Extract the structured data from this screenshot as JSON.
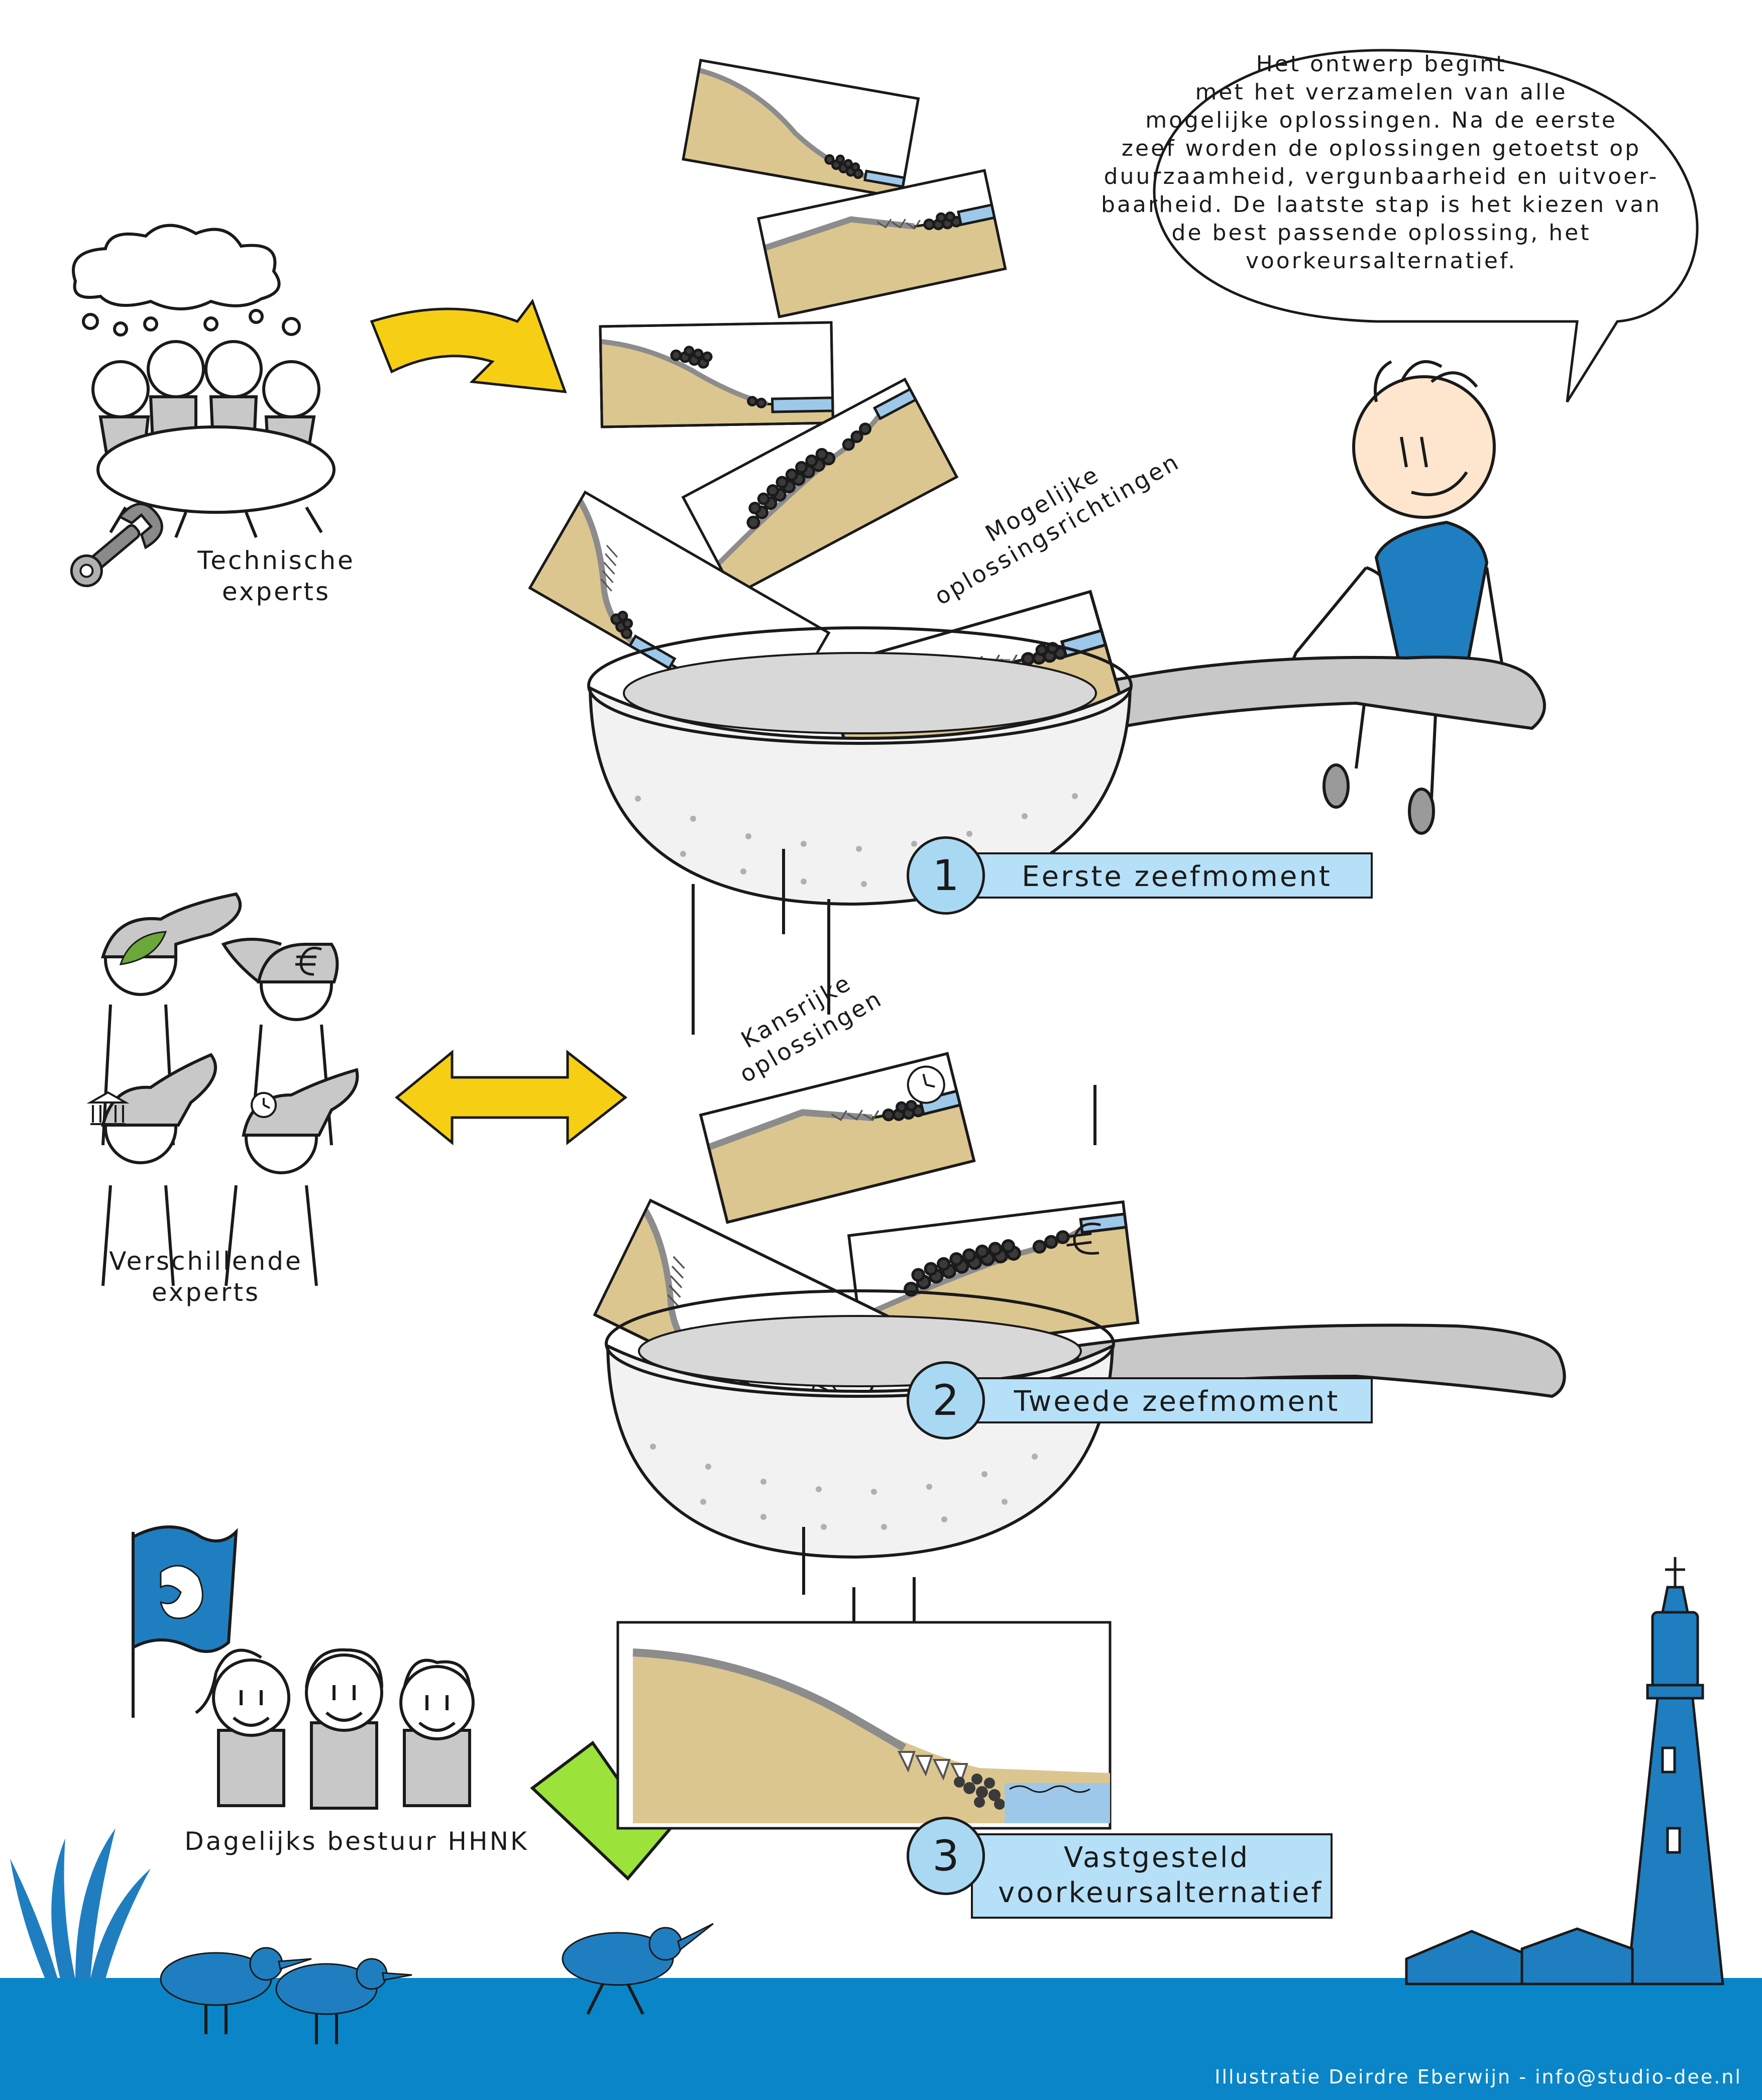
{
  "speech_bubble": {
    "lines": [
      "Het ontwerp begint",
      "met het verzamelen van alle",
      "mogelijke oplossingen. Na de eerste",
      "zeef worden de oplossingen getoetst op",
      "duurzaamheid, vergunbaarheid en uitvoer-",
      "baarheid. De laatste stap is het kiezen van",
      "de best passende oplossing, het",
      "voorkeursalternatief."
    ]
  },
  "groups": {
    "technical": {
      "line1": "Technische",
      "line2": "experts"
    },
    "various": {
      "line1": "Verschillende",
      "line2": "experts"
    },
    "board": {
      "label": "Dagelijks bestuur HHNK"
    }
  },
  "labels": {
    "possible": {
      "line1": "Mogelijke",
      "line2": "oplossingsrichtingen"
    },
    "promising": {
      "line1": "Kansrijke",
      "line2": "oplossingen"
    }
  },
  "steps": [
    {
      "number": "1",
      "label": "Eerste zeefmoment"
    },
    {
      "number": "2",
      "label": "Tweede zeefmoment"
    },
    {
      "number": "3",
      "line1": "Vastgesteld",
      "line2": "voorkeursalternatief"
    }
  ],
  "icons": {
    "wrench": "wrench-icon",
    "leaf": "leaf-icon",
    "euro": "euro-icon",
    "building": "government-building-icon",
    "clock": "clock-icon",
    "check": "checkmark-icon",
    "flag": "hhnk-flag-icon",
    "lighthouse": "lighthouse-icon"
  },
  "colors": {
    "sand": "#dcc690",
    "water": "#9dc8ea",
    "sea": "#0a86c8",
    "step_fill": "#b5e0f8",
    "arrow": "#f6cf14",
    "check": "#9be23a",
    "shirt": "#1f7ec0"
  },
  "credit": "Illustratie Deirdre Eberwijn - info@studio-dee.nl"
}
